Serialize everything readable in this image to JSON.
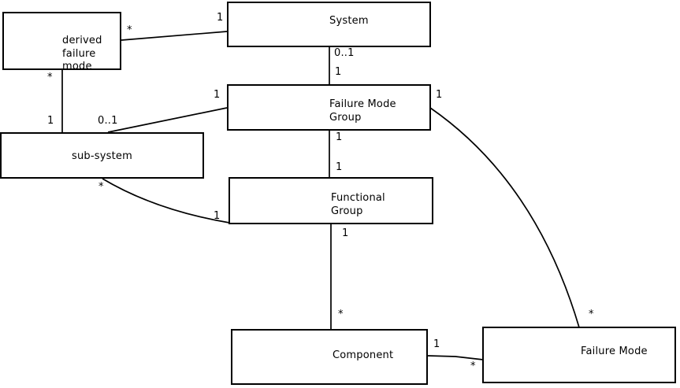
{
  "diagram": {
    "type": "uml-class-diagram",
    "background_color": "#ffffff",
    "line_color": "#000000",
    "text_color": "#000000",
    "nodes": [
      {
        "id": "derived-failure-mode",
        "lines": [
          "derived",
          "failure",
          "mode"
        ]
      },
      {
        "id": "system",
        "lines": [
          "System"
        ]
      },
      {
        "id": "failure-mode-group",
        "lines": [
          "Failure Mode",
          "Group"
        ]
      },
      {
        "id": "sub-system",
        "lines": [
          "sub-system"
        ]
      },
      {
        "id": "functional-group",
        "lines": [
          "Functional",
          "Group"
        ]
      },
      {
        "id": "component",
        "lines": [
          "Component"
        ]
      },
      {
        "id": "failure-mode",
        "lines": [
          "Failure Mode"
        ]
      }
    ],
    "edges": [
      {
        "id": "derived-failure-mode--system",
        "from": "derived-failure-mode",
        "to": "system",
        "from_multiplicity": "*",
        "to_multiplicity": "1"
      },
      {
        "id": "derived-failure-mode--sub-system",
        "from": "derived-failure-mode",
        "to": "sub-system",
        "from_multiplicity": "*",
        "to_multiplicity": "1"
      },
      {
        "id": "system--failure-mode-group",
        "from": "system",
        "to": "failure-mode-group",
        "from_multiplicity": "0..1",
        "to_multiplicity": "1"
      },
      {
        "id": "failure-mode-group--sub-system",
        "from": "failure-mode-group",
        "to": "sub-system",
        "from_multiplicity": "1",
        "to_multiplicity": "0..1"
      },
      {
        "id": "failure-mode-group--functional-group",
        "from": "failure-mode-group",
        "to": "functional-group",
        "from_multiplicity": "1",
        "to_multiplicity": "1"
      },
      {
        "id": "sub-system--functional-group",
        "from": "sub-system",
        "to": "functional-group",
        "from_multiplicity": "*",
        "to_multiplicity": "1"
      },
      {
        "id": "functional-group--component",
        "from": "functional-group",
        "to": "component",
        "from_multiplicity": "1",
        "to_multiplicity": "*"
      },
      {
        "id": "failure-mode-group--failure-mode",
        "from": "failure-mode-group",
        "to": "failure-mode",
        "from_multiplicity": "1",
        "to_multiplicity": "*"
      },
      {
        "id": "component--failure-mode",
        "from": "component",
        "to": "failure-mode",
        "from_multiplicity": "1",
        "to_multiplicity": "*"
      }
    ]
  }
}
